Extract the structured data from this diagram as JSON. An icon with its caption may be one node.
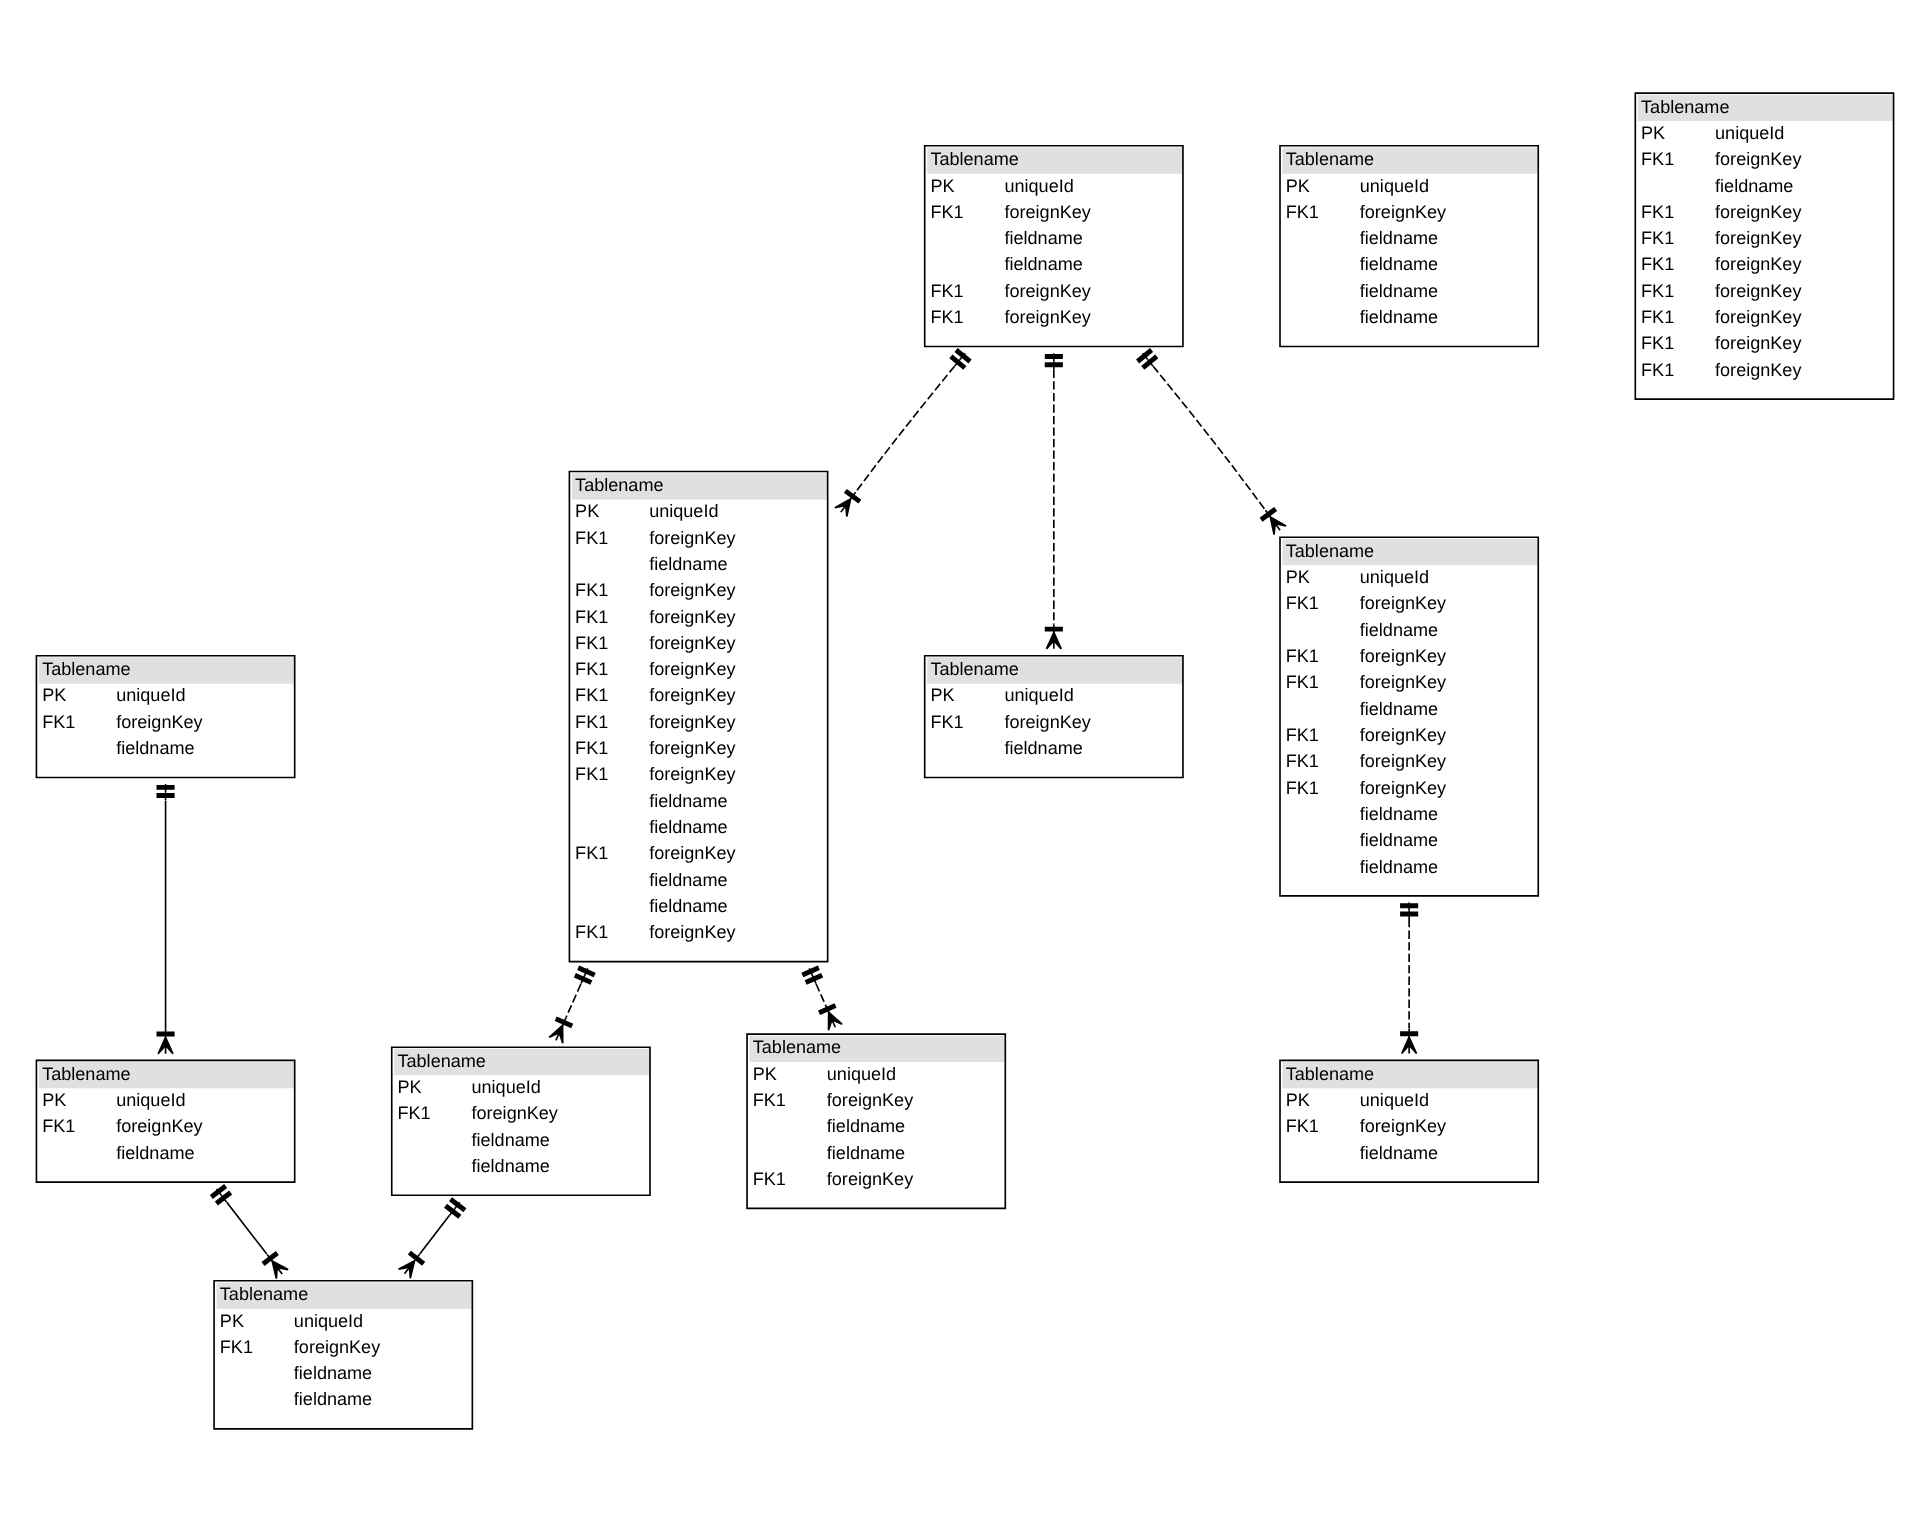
{
  "diagram": {
    "nodes": [
      {
        "text": [
          "Tablename",
          "PK uniqueId",
          "FK1 foreignKey",
          "fieldname"
        ]
      },
      {
        "text": [
          "Tablename",
          "PK uniqueId",
          "FK1 foreignKey",
          "fieldname"
        ]
      },
      {
        "text": [
          "Tablename",
          "PK uniqueId",
          "FK1 foreignKey",
          "fieldname",
          "fieldname"
        ]
      },
      {
        "text": [
          "Tablename",
          "PK uniqueId",
          "FK1 foreignKey",
          "fieldname",
          "fieldname"
        ]
      },
      {
        "text": [
          "Tablename",
          "PK uniqueId",
          "FK1 foreignKey",
          "fieldname",
          "fieldname",
          "fieldname",
          "fieldname"
        ]
      },
      {
        "text": [
          "Tablename",
          "PK uniqueId",
          "FK1 foreignKey",
          "fieldname",
          "fieldname",
          "FK1 foreignKey",
          "FK1 foreignKey"
        ]
      },
      {
        "text": [
          "Tablename",
          "PK uniqueId",
          "FK1 foreignKey",
          "fieldname",
          "FK1 foreignKey",
          "FK1 foreignKey",
          "FK1 foreignKey",
          "FK1 foreignKey",
          "FK1 foreignKey",
          "FK1 foreignKey",
          "FK1 foreignKey",
          "FK1 foreignKey",
          "fieldname",
          "fieldname",
          "FK1 foreignKey",
          "fieldname",
          "fieldname",
          "FK1 foreignKey"
        ]
      },
      {
        "text": [
          "Tablename",
          "PK uniqueId",
          "FK1 foreignKey",
          "fieldname",
          "fieldname",
          "FK1 foreignKey"
        ]
      },
      {
        "text": [
          "Tablename",
          "PK uniqueId",
          "FK1 foreignKey",
          "fieldname"
        ]
      },
      {
        "text": [
          "Tablename",
          "PK uniqueId",
          "FK1 foreignKey",
          "fieldname",
          "FK1 foreignKey",
          "FK1 foreignKey",
          "fieldname",
          "FK1 foreignKey",
          "FK1 foreignKey",
          "FK1 foreignKey",
          "fieldname",
          "fieldname",
          "fieldname"
        ]
      },
      {
        "text": [
          "Tablename",
          "PK uniqueId",
          "FK1 foreignKey",
          "fieldname"
        ]
      },
      {
        "text": [
          "Tablename",
          "PK uniqueId",
          "FK1 foreignKey",
          "fieldname",
          "FK1 foreignKey",
          "FK1 foreignKey",
          "FK1 foreignKey",
          "FK1 foreignKey",
          "FK1 foreignKey",
          "FK1 foreignKey",
          "FK1 foreignKey"
        ]
      }
    ],
    "edges": [
      {
        "from": 0,
        "to": 1,
        "arrow": "other"
      },
      {
        "from": 1,
        "to": 2,
        "arrow": "other"
      },
      {
        "from": 3,
        "to": 2,
        "arrow": "other"
      },
      {
        "from": 6,
        "to": 3,
        "arrow": "other",
        "style": "dashed"
      },
      {
        "from": 5,
        "to": 8,
        "arrow": "other",
        "style": "dashed"
      },
      {
        "from": 5,
        "to": 6,
        "arrow": "other",
        "style": "dashed"
      },
      {
        "from": 5,
        "to": 9,
        "arrow": "other",
        "style": "dashed"
      },
      {
        "from": 6,
        "to": 7,
        "arrow": "other",
        "style": "dashed"
      },
      {
        "from": 9,
        "to": 10,
        "arrow": "other",
        "style": "dashed"
      }
    ]
  }
}
